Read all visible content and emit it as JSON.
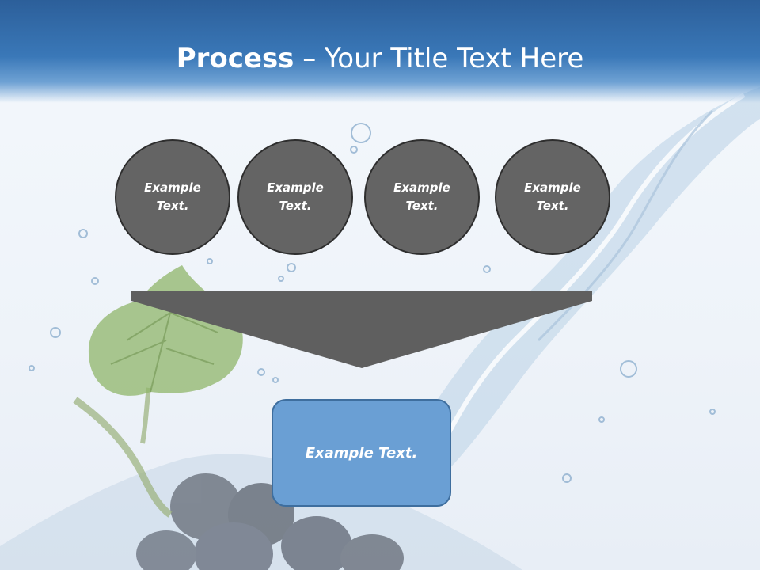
{
  "slide": {
    "title_bold": "Process",
    "title_rest": " – Your Title Text Here"
  },
  "circles": [
    {
      "text": "Example Text."
    },
    {
      "text": "Example Text."
    },
    {
      "text": "Example Text."
    },
    {
      "text": "Example Text."
    }
  ],
  "result_box": {
    "text": "Example Text."
  },
  "colors": {
    "header_blue": "#3a78b8",
    "circle_fill": "#646464",
    "box_fill": "#6a9fd4"
  }
}
